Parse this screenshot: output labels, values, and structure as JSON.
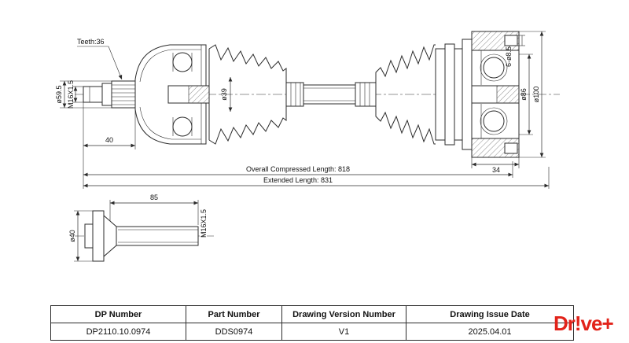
{
  "drawing": {
    "axle": {
      "teeth_label": "Teeth:36",
      "stub_diameter": "ø59.5",
      "stub_thread": "M16X1.5",
      "stub_length": "40",
      "shaft_diameter": "ø39",
      "bearing_diameter": "ø86",
      "flange_diameter": "ø100",
      "bolt_holes": "6-ø8.5",
      "flange_width": "34",
      "compressed_length": "Overall Compressed Length: 818",
      "extended_length": "Extended Length: 831"
    },
    "bolt": {
      "shank_length": "85",
      "head_diameter": "ø40",
      "thread": "M16X1.5"
    }
  },
  "title_block": {
    "headers": [
      "DP Number",
      "Part Number",
      "Drawing Version Number",
      "Drawing Issue Date"
    ],
    "values": [
      "DP2110.10.0974",
      "DDS0974",
      "V1",
      "2025.04.01"
    ]
  },
  "brand": {
    "logo_text": "Dr!ve+",
    "logo_color": "#e2231a"
  }
}
